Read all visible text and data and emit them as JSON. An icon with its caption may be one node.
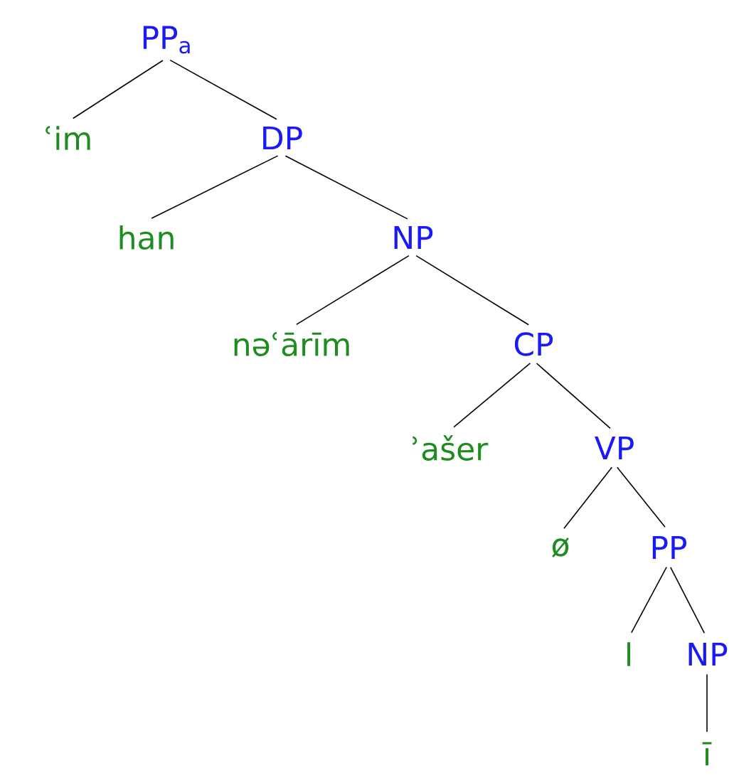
{
  "diagram": {
    "nodes": [
      {
        "text": [
          "PP$_{a}$"
        ]
      },
      {
        "text": [
          "ʿim"
        ]
      },
      {
        "text": [
          "DP"
        ]
      },
      {
        "text": [
          "han"
        ]
      },
      {
        "text": [
          "NP"
        ]
      },
      {
        "text": [
          "nəʿārīm"
        ]
      },
      {
        "text": [
          "CP"
        ]
      },
      {
        "text": [
          "ʾašer"
        ]
      },
      {
        "text": [
          "VP"
        ]
      },
      {
        "text": [
          "ø"
        ]
      },
      {
        "text": [
          "PP"
        ]
      },
      {
        "text": [
          "l"
        ]
      },
      {
        "text": [
          "NP"
        ]
      },
      {
        "text": [
          "ī"
        ]
      }
    ],
    "edges": [
      {
        "from": 0,
        "to": 1,
        "arrow": "none"
      },
      {
        "from": 0,
        "to": 2,
        "arrow": "none"
      },
      {
        "from": 2,
        "to": 3,
        "arrow": "none"
      },
      {
        "from": 2,
        "to": 4,
        "arrow": "none"
      },
      {
        "from": 4,
        "to": 5,
        "arrow": "none"
      },
      {
        "from": 4,
        "to": 6,
        "arrow": "none"
      },
      {
        "from": 6,
        "to": 7,
        "arrow": "none"
      },
      {
        "from": 6,
        "to": 8,
        "arrow": "none"
      },
      {
        "from": 8,
        "to": 9,
        "arrow": "none"
      },
      {
        "from": 8,
        "to": 10,
        "arrow": "none"
      },
      {
        "from": 10,
        "to": 11,
        "arrow": "none"
      },
      {
        "from": 10,
        "to": 12,
        "arrow": "none"
      },
      {
        "from": 12,
        "to": 13,
        "arrow": "none"
      }
    ]
  }
}
